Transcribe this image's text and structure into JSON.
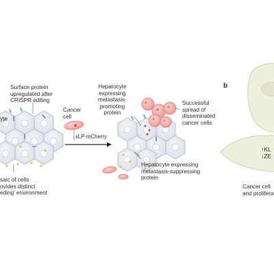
{
  "panel_b_label": "b",
  "labels": {
    "surface_protein": [
      "Surface protein",
      "upregulated after",
      "CRISPR editing"
    ],
    "left_edge_fragment": "yte",
    "mosaic": [
      "saic of cells",
      "ovides distinct",
      "eding' environment"
    ],
    "cancer_cell": [
      "Cancer",
      "cell"
    ],
    "slp_mcherry": "sLP-mCherry",
    "hep_promoting": [
      "Hepatocyte",
      "expressing",
      "metastasis-",
      "promoting",
      "protein"
    ],
    "successful_spread": [
      "Successful",
      "spread of",
      "disseminated",
      "cancer cells"
    ],
    "hep_suppressing": [
      "Hepatocyte expressing",
      "metastasis-suppressing",
      "protein"
    ],
    "cell_markers": [
      "↑KL",
      "↓ZE"
    ],
    "cancer_cell_prolif": [
      "Cancer cell",
      "and prolifera"
    ]
  },
  "colors": {
    "cell_fill": "#e4e8ef",
    "cell_stroke": "#b7c0cc",
    "cancer_pink": "#f2a7a3",
    "cancer_dark": "#e07b74",
    "panel_b_fill": "#efefde",
    "blue_marker": "#4a8fd0",
    "yellow_marker": "#e5c04a"
  }
}
